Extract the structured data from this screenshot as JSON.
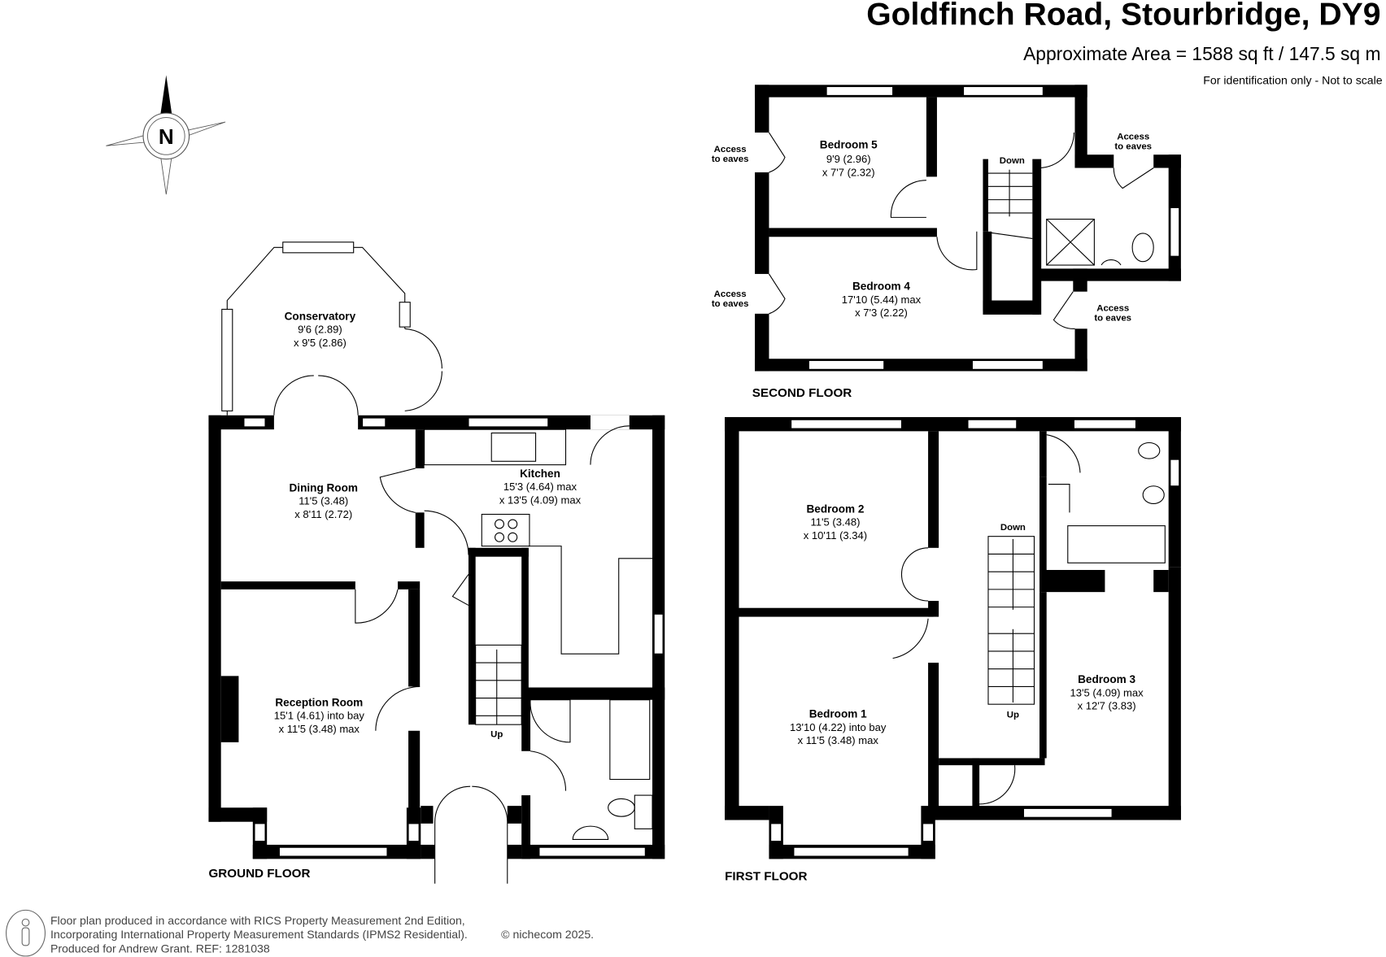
{
  "header": {
    "title": "Goldfinch Road, Stourbridge, DY9",
    "area": "Approximate Area = 1588 sq ft / 147.5 sq m",
    "disclaimer": "For identification only - Not to scale"
  },
  "compass": {
    "label": "N"
  },
  "floors": {
    "ground": {
      "label": "GROUND FLOOR",
      "rooms": {
        "conservatory": {
          "name": "Conservatory",
          "dim1": "9'6 (2.89)",
          "dim2": "x 9'5 (2.86)"
        },
        "dining": {
          "name": "Dining Room",
          "dim1": "11'5 (3.48)",
          "dim2": "x 8'11 (2.72)"
        },
        "kitchen": {
          "name": "Kitchen",
          "dim1": "15'3 (4.64) max",
          "dim2": "x 13'5 (4.09) max"
        },
        "reception": {
          "name": "Reception Room",
          "dim1": "15'1 (4.61) into bay",
          "dim2": "x 11'5 (3.48) max"
        }
      },
      "stairs_label": "Up"
    },
    "first": {
      "label": "FIRST FLOOR",
      "rooms": {
        "bedroom2": {
          "name": "Bedroom 2",
          "dim1": "11'5 (3.48)",
          "dim2": "x 10'11 (3.34)"
        },
        "bedroom1": {
          "name": "Bedroom 1",
          "dim1": "13'10 (4.22) into bay",
          "dim2": "x 11'5 (3.48) max"
        },
        "bedroom3": {
          "name": "Bedroom 3",
          "dim1": "13'5 (4.09) max",
          "dim2": "x 12'7 (3.83)"
        }
      },
      "stairs_down": "Down",
      "stairs_up": "Up"
    },
    "second": {
      "label": "SECOND FLOOR",
      "rooms": {
        "bedroom5": {
          "name": "Bedroom 5",
          "dim1": "9'9 (2.96)",
          "dim2": "x 7'7 (2.32)"
        },
        "bedroom4": {
          "name": "Bedroom 4",
          "dim1": "17'10 (5.44) max",
          "dim2": "x 7'3 (2.22)"
        }
      },
      "stairs_down": "Down",
      "eaves": {
        "line1": "Access",
        "line2": "to eaves"
      }
    }
  },
  "footer": {
    "line1": "Floor plan produced in accordance with RICS Property Measurement 2nd Edition,",
    "line2": "Incorporating International Property Measurement Standards (IPMS2 Residential).",
    "copyright": "© nichecom 2025.",
    "line3": "Produced for Andrew Grant.   REF:  1281038"
  }
}
